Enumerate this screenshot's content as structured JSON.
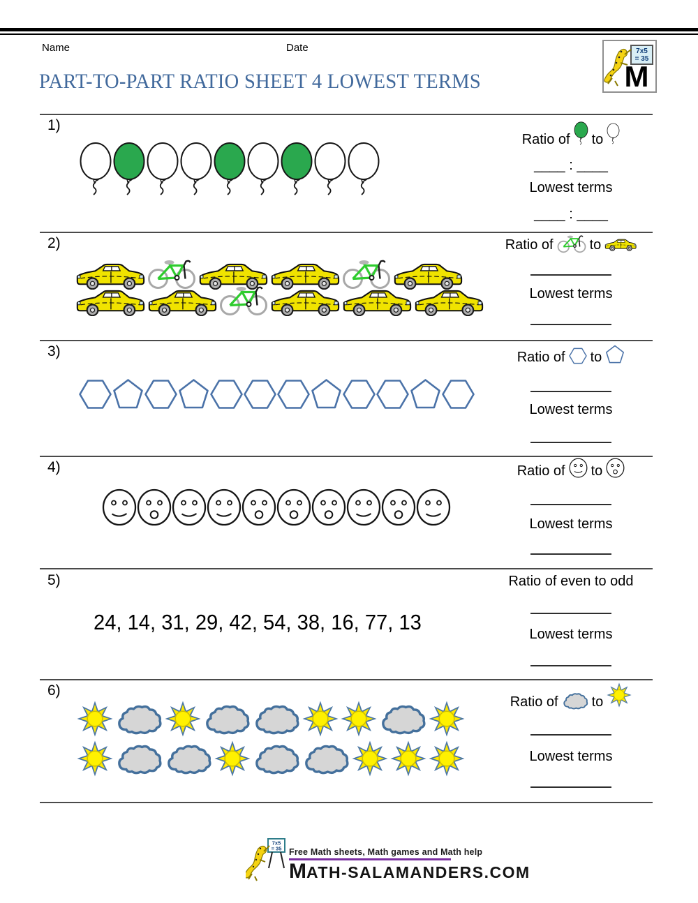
{
  "header": {
    "name_label": "Name",
    "date_label": "Date"
  },
  "title": "PART-TO-PART RATIO SHEET 4 LOWEST TERMS",
  "answer_labels": {
    "ratio_of": "Ratio of",
    "to": "to",
    "lowest_terms": "Lowest terms",
    "blank_with_colon": "____ : ____"
  },
  "problems": [
    {
      "num": "1)",
      "rows": [
        [
          "balloon-white",
          "balloon-green",
          "balloon-white",
          "balloon-white",
          "balloon-green",
          "balloon-white",
          "balloon-green",
          "balloon-white",
          "balloon-white"
        ]
      ],
      "ratio_left_icon": "balloon-green",
      "ratio_right_icon": "balloon-white"
    },
    {
      "num": "2)",
      "rows": [
        [
          "car",
          "bike",
          "car",
          "car",
          "bike",
          "car"
        ],
        [
          "car",
          "car",
          "bike",
          "car",
          "car",
          "car"
        ]
      ],
      "ratio_left_icon": "bike",
      "ratio_right_icon": "car"
    },
    {
      "num": "3)",
      "rows": [
        [
          "hexagon",
          "pentagon",
          "hexagon",
          "pentagon",
          "hexagon",
          "hexagon",
          "hexagon",
          "pentagon",
          "hexagon",
          "hexagon",
          "pentagon",
          "hexagon"
        ]
      ],
      "ratio_left_icon": "hexagon",
      "ratio_right_icon": "pentagon"
    },
    {
      "num": "4)",
      "rows": [
        [
          "face-smile",
          "face-o",
          "face-smile",
          "face-smile",
          "face-o",
          "face-o",
          "face-o",
          "face-smile",
          "face-o",
          "face-smile"
        ]
      ],
      "ratio_left_icon": "face-smile",
      "ratio_right_icon": "face-o"
    },
    {
      "num": "5)",
      "number_list": "24, 14, 31, 29, 42, 54, 38, 16, 77, 13",
      "ratio_text": "Ratio of even to odd"
    },
    {
      "num": "6)",
      "rows": [
        [
          "sun",
          "cloud",
          "sun",
          "cloud",
          "cloud",
          "sun",
          "sun",
          "cloud",
          "sun"
        ],
        [
          "sun",
          "cloud",
          "cloud",
          "sun",
          "cloud",
          "cloud",
          "sun",
          "sun",
          "sun"
        ]
      ],
      "ratio_left_icon": "cloud",
      "ratio_right_icon": "sun"
    }
  ],
  "logo": {
    "board_line1": "7x5",
    "board_line2": "= 35",
    "m_letter": "M"
  },
  "footer": {
    "tagline": "Free Math sheets, Math games and Math help",
    "site_m": "M",
    "site_rest": "ATH-SALAMANDERS.COM",
    "board_line1": "7x5",
    "board_line2": "= 35"
  },
  "colors": {
    "title_blue": "#41699c",
    "rule_gray": "#4a4a4a",
    "balloon_green": "#2aa84e",
    "car_yellow": "#f0e300",
    "bike_green": "#2ecc2e",
    "shape_blue": "#4a72a8",
    "spike_blue": "#4a76a4",
    "sun_yellow": "#fff100",
    "sun_accent": "#ffe800",
    "cloud_fill": "#d6d6d6",
    "cloud_stroke": "#44709c",
    "purple": "#7a2ea0"
  }
}
